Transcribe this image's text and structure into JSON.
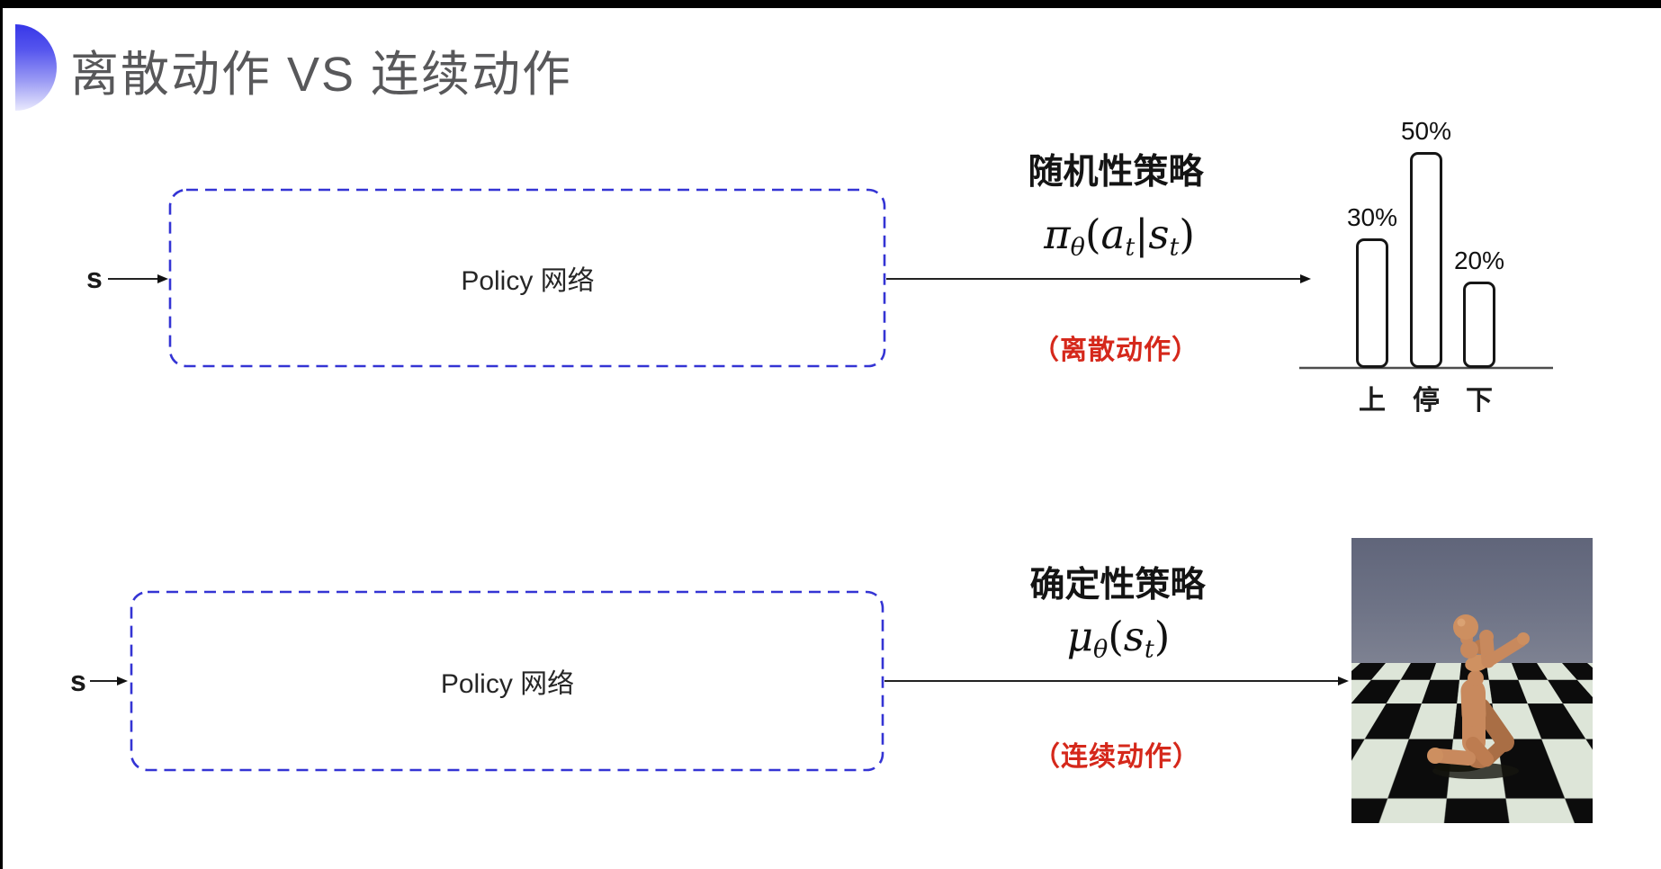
{
  "slide": {
    "title": "离散动作 VS 连续动作"
  },
  "top_flow": {
    "input_label": "s",
    "box_label": "Policy 网络",
    "policy_title": "随机性策略",
    "formula": {
      "pi": "π",
      "theta": "θ",
      "open": "(",
      "a": "a",
      "t1": "t",
      "pipe": "|",
      "s": "s",
      "t2": "t",
      "close": ")"
    },
    "action_note": "（离散动作）"
  },
  "chart_data": {
    "type": "bar",
    "title": "",
    "categories": [
      "上",
      "停",
      "下"
    ],
    "values": [
      30,
      50,
      20
    ],
    "value_labels": [
      "30%",
      "50%",
      "20%"
    ],
    "unit": "%",
    "ylim": [
      0,
      55
    ],
    "grid": false,
    "legend": "none",
    "bar_style": "white fill, black rounded outline, baseline axis only"
  },
  "bottom_flow": {
    "input_label": "s",
    "box_label": "Policy 网络",
    "policy_title": "确定性策略",
    "formula": {
      "mu": "μ",
      "theta": "θ",
      "open": "(",
      "s": "s",
      "t": "t",
      "close": ")"
    },
    "action_note": "（连续动作）"
  },
  "colors": {
    "accent_blue": "#3a3ae8",
    "box_border_blue": "#3434d4",
    "action_note_red": "#d5281b",
    "title_gray": "#58585a"
  }
}
